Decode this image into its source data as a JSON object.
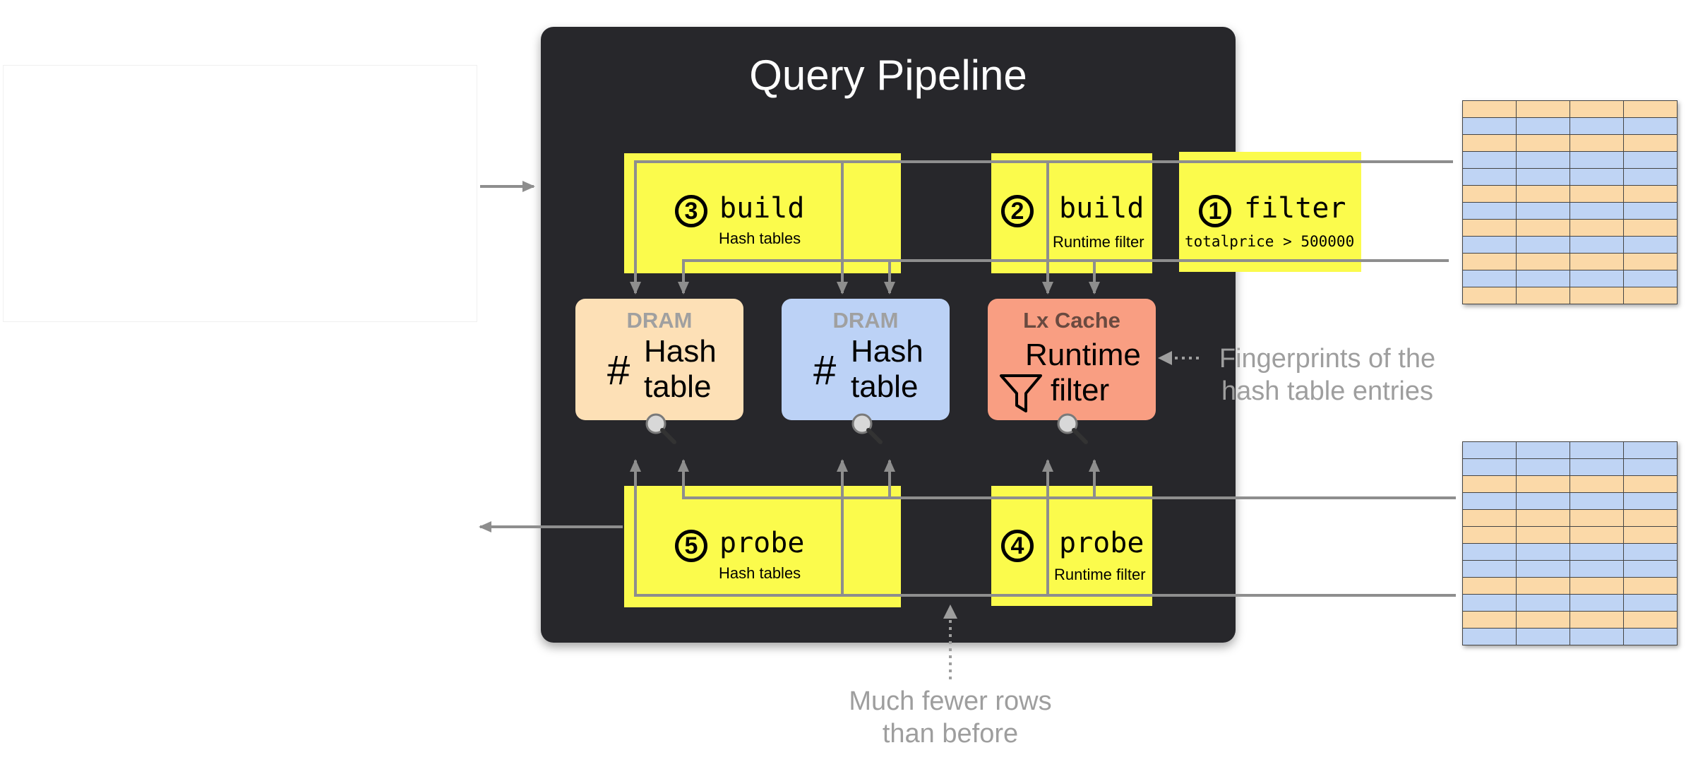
{
  "diagram": {
    "title": "Query Pipeline",
    "steps": {
      "filter": {
        "number": "1",
        "verb": "filter",
        "detail": "totalprice > 500000"
      },
      "build_runtime": {
        "number": "2",
        "verb": "build",
        "detail": "Runtime filter"
      },
      "build_hash": {
        "number": "3",
        "verb": "build",
        "detail": "Hash tables"
      },
      "probe_runtime": {
        "number": "4",
        "verb": "probe",
        "detail": "Runtime filter"
      },
      "probe_hash": {
        "number": "5",
        "verb": "probe",
        "detail": "Hash tables"
      }
    },
    "stores": [
      {
        "location": "DRAM",
        "line1": "Hash",
        "line2": "table",
        "icon": "hash-icon",
        "color": "#fde0b6"
      },
      {
        "location": "DRAM",
        "line1": "Hash",
        "line2": "table",
        "icon": "hash-icon",
        "color": "#bcd2f6"
      },
      {
        "location": "Lx Cache",
        "line1": "Runtime",
        "line2": "filter",
        "icon": "funnel-icon",
        "color": "#f99e82"
      }
    ],
    "annotations": {
      "fingerprints": [
        "Fingerprints of the",
        "hash table entries"
      ],
      "fewer_rows": [
        "Much fewer rows",
        "than before"
      ]
    },
    "table_top_rows": [
      "orange",
      "blue",
      "orange",
      "blue",
      "blue",
      "orange",
      "blue",
      "orange",
      "blue",
      "orange",
      "blue",
      "orange"
    ],
    "table_bottom_rows": [
      "blue",
      "blue",
      "orange",
      "blue",
      "orange",
      "orange",
      "blue",
      "blue",
      "orange",
      "blue",
      "orange",
      "blue"
    ],
    "colors": {
      "pipeline_bg": "#27272b",
      "step_yellow": "#fbfb4c",
      "arrow_gray": "#8e8e8e",
      "annotation_gray": "#9e9e9e"
    }
  }
}
